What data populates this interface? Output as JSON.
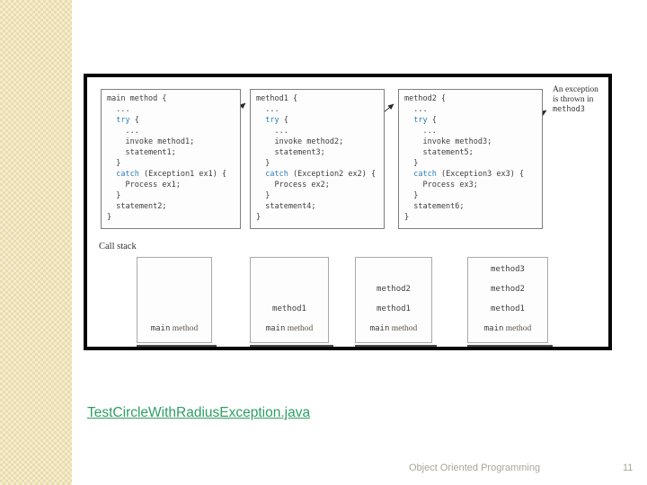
{
  "colors": {
    "link_green": "#2f9e63",
    "keyword_blue": "#2d7fb8",
    "code_text": "#3d3d3d",
    "footer_text": "#a9a595",
    "sidebar_base": "#eadcab",
    "frame_border": "#060606"
  },
  "link": {
    "text": "TestCircleWithRadiusException.java"
  },
  "footer": {
    "course": "Object Oriented Programming",
    "page": "11"
  },
  "diagram": {
    "call_stack_label": "Call stack",
    "annotation_lines": [
      "An exception",
      "is thrown in",
      "method3"
    ],
    "code_boxes": [
      {
        "name": "main-method",
        "lines": [
          "main method {",
          "  ...",
          "  try {",
          "    ...",
          "    invoke method1;",
          "    statement1;",
          "  }",
          "  catch (Exception1 ex1) {",
          "    Process ex1;",
          "  }",
          "  statement2;",
          "}"
        ]
      },
      {
        "name": "method1",
        "lines": [
          "method1 {",
          "  ...",
          "  try {",
          "    ...",
          "    invoke method2;",
          "    statement3;",
          "  }",
          "  catch (Exception2 ex2) {",
          "    Process ex2;",
          "  }",
          "  statement4;",
          "}"
        ]
      },
      {
        "name": "method2",
        "lines": [
          "method2 {",
          "  ...",
          "  try {",
          "    ...",
          "    invoke method3;",
          "    statement5;",
          "  }",
          "  catch (Exception3 ex3) {",
          "    Process ex3;",
          "  }",
          "  statement6;",
          "}"
        ]
      }
    ],
    "stacks": [
      {
        "frames": [
          "main method"
        ]
      },
      {
        "frames": [
          "method1",
          "main method"
        ]
      },
      {
        "frames": [
          "method2",
          "method1",
          "main method"
        ]
      },
      {
        "frames": [
          "method3",
          "method2",
          "method1",
          "main method"
        ]
      }
    ]
  }
}
